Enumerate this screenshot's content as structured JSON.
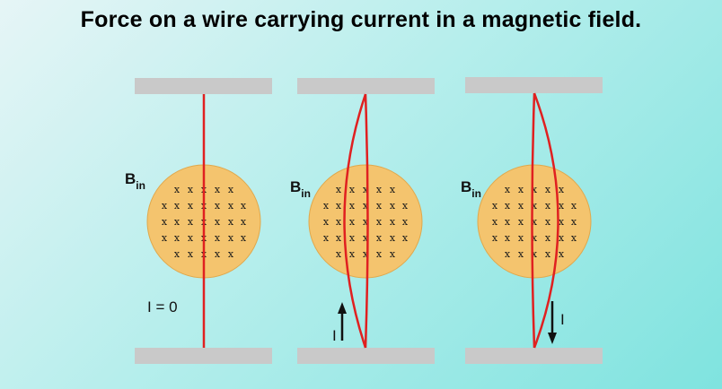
{
  "title": "Force on a wire carrying current in a magnetic field.",
  "field_label": {
    "main": "B",
    "sub": "in"
  },
  "field_symbol": "x",
  "colors": {
    "bar": "#c9c9c9",
    "field_disc": "#f4c46e",
    "wire": "#e02020",
    "arrow": "#111111"
  },
  "panels": [
    {
      "current_label": "I = 0",
      "current_direction": "none",
      "wire_shape": "straight"
    },
    {
      "current_label": "I",
      "current_direction": "up",
      "wire_shape": "bowed"
    },
    {
      "current_label": "I",
      "current_direction": "down",
      "wire_shape": "bowed"
    }
  ]
}
